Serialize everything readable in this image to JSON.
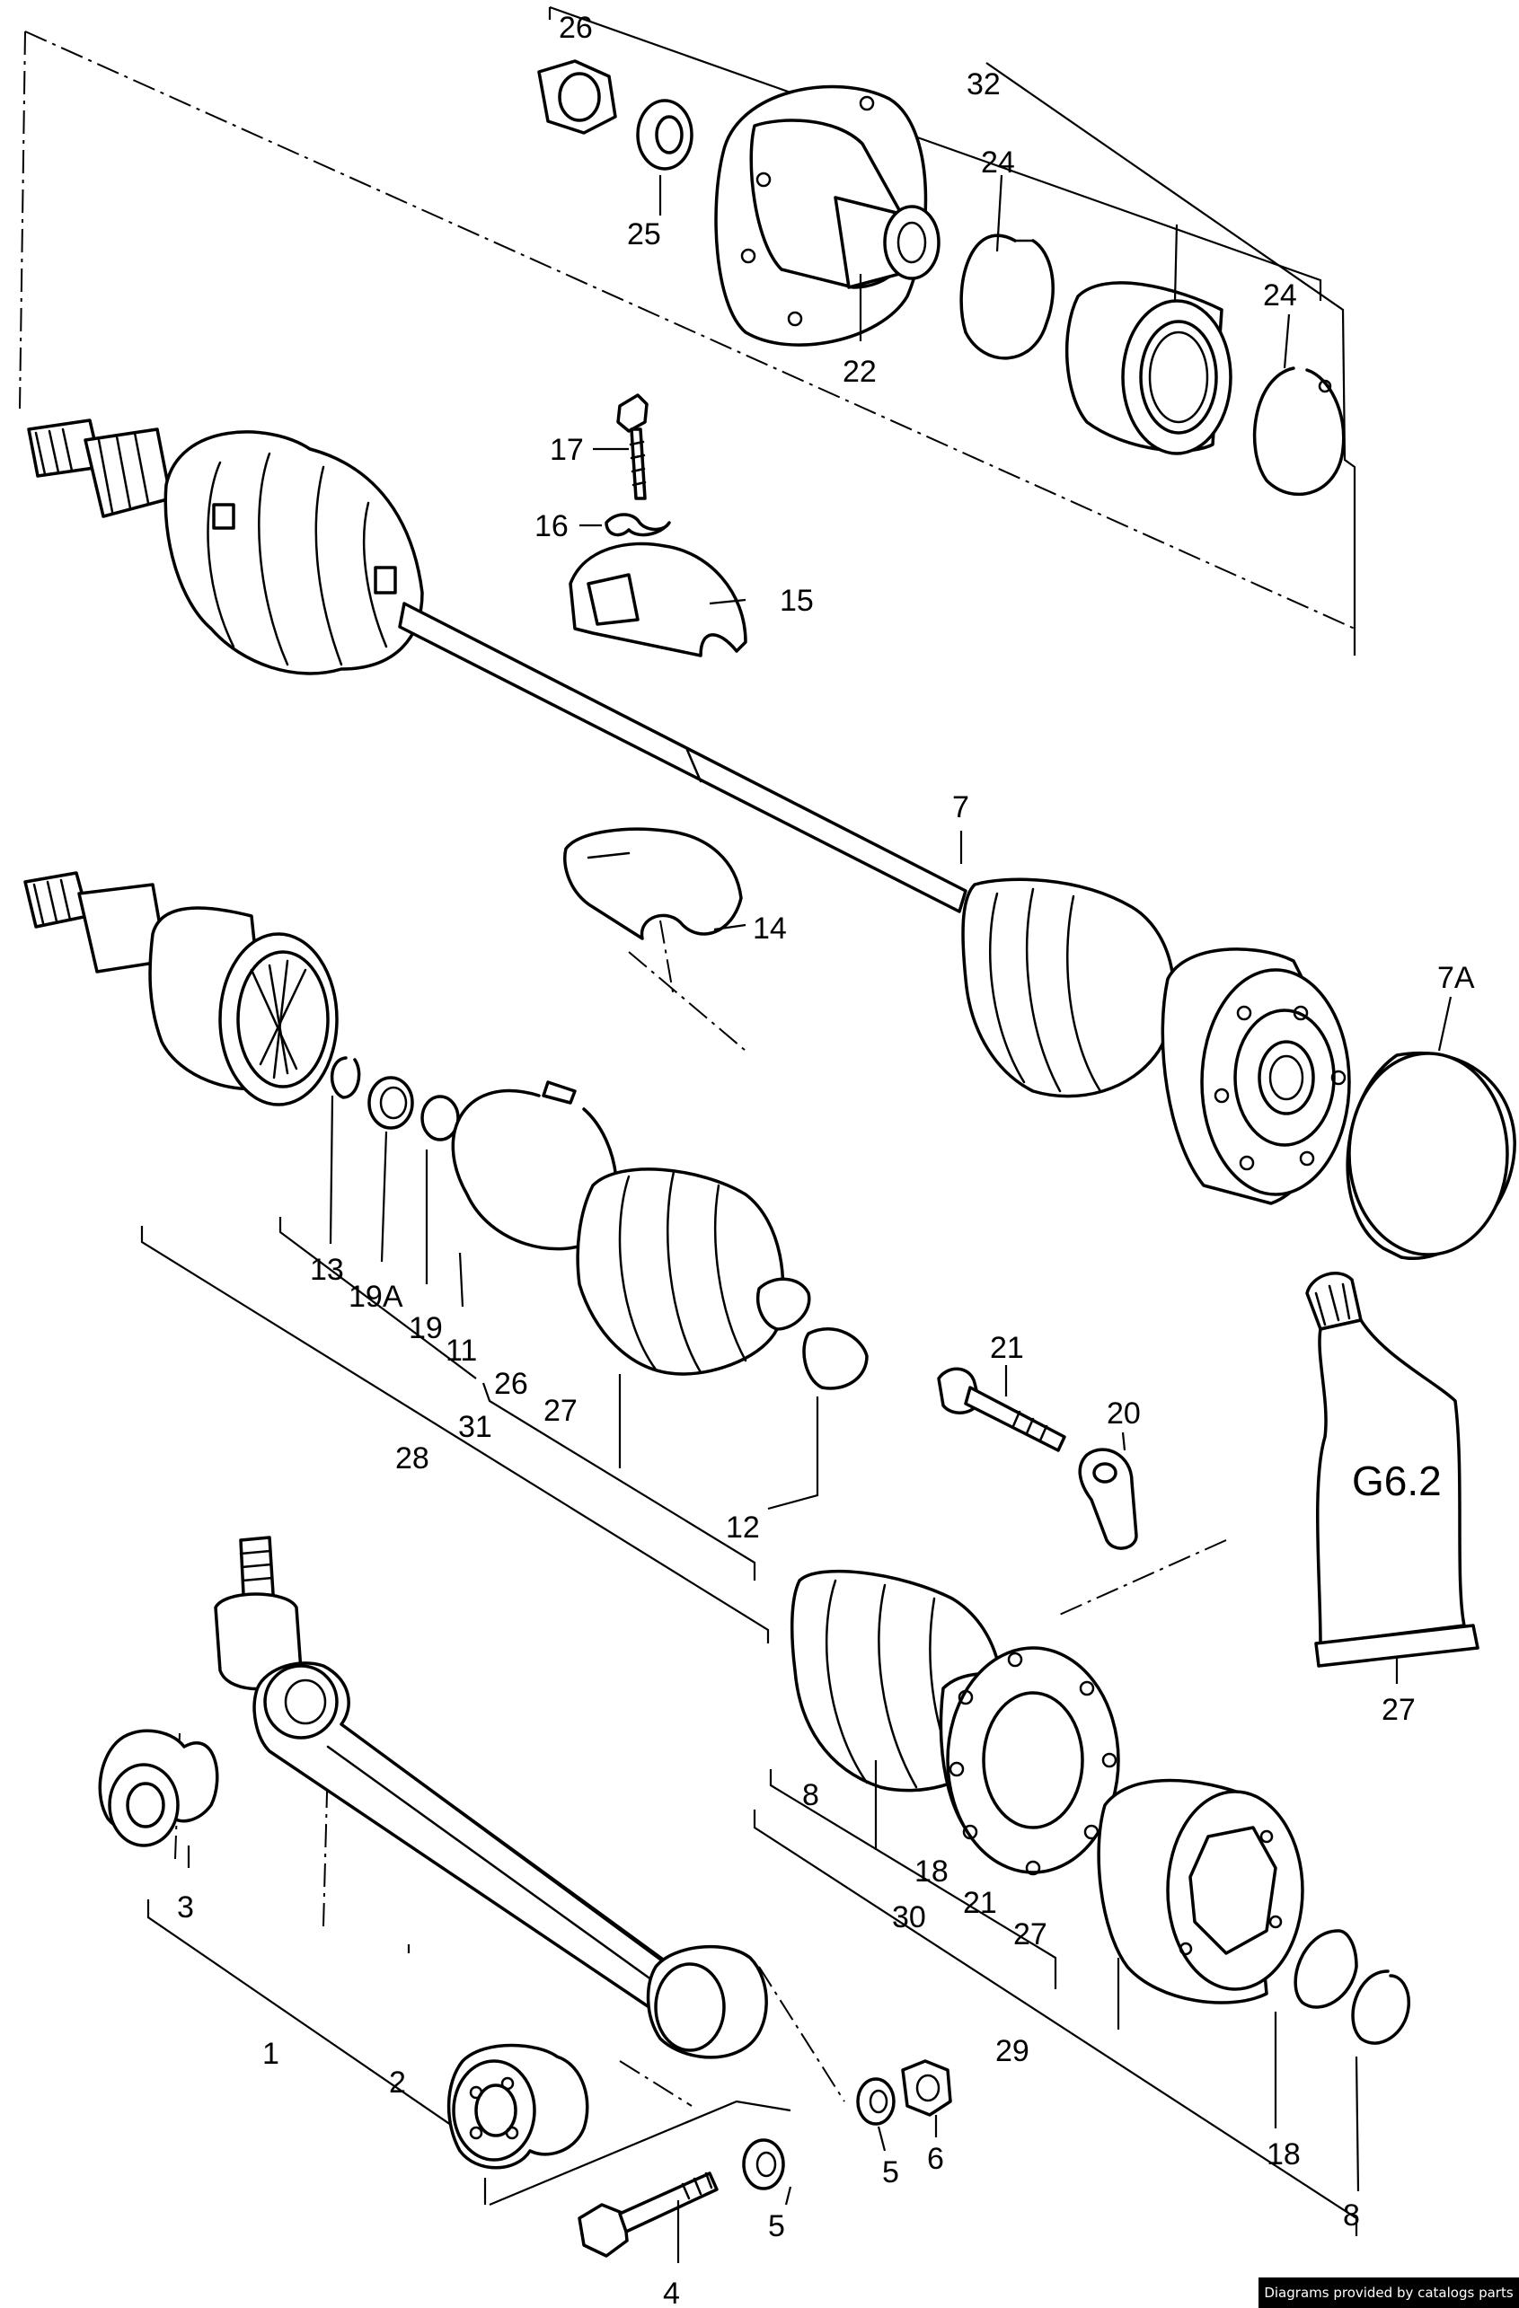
{
  "footer": {
    "credit": "Diagrams provided by catalogs parts"
  },
  "tube": {
    "marking": "G6.2"
  },
  "callouts": {
    "c26_top": "26",
    "c32": "32",
    "c25": "25",
    "c24_a": "24",
    "c22": "22",
    "c24_b": "24",
    "c17": "17",
    "c16": "16",
    "c15": "15",
    "c7": "7",
    "c14": "14",
    "c7A": "7A",
    "c13": "13",
    "c19A": "19A",
    "c19": "19",
    "c11": "11",
    "c26_mid": "26",
    "c27_mid": "27",
    "c31": "31",
    "c28": "28",
    "c12": "12",
    "c21_a": "21",
    "c20": "20",
    "c27_tube": "27",
    "c3": "3",
    "c1": "1",
    "c2": "2",
    "c4": "4",
    "c5_a": "5",
    "c6": "6",
    "c5_b": "5",
    "c8_a": "8",
    "c18_a": "18",
    "c30": "30",
    "c21_b": "21",
    "c27_low": "27",
    "c29": "29",
    "c18_b": "18",
    "c8_b": "8"
  },
  "colors": {
    "ink": "#000000",
    "paper": "#ffffff"
  }
}
